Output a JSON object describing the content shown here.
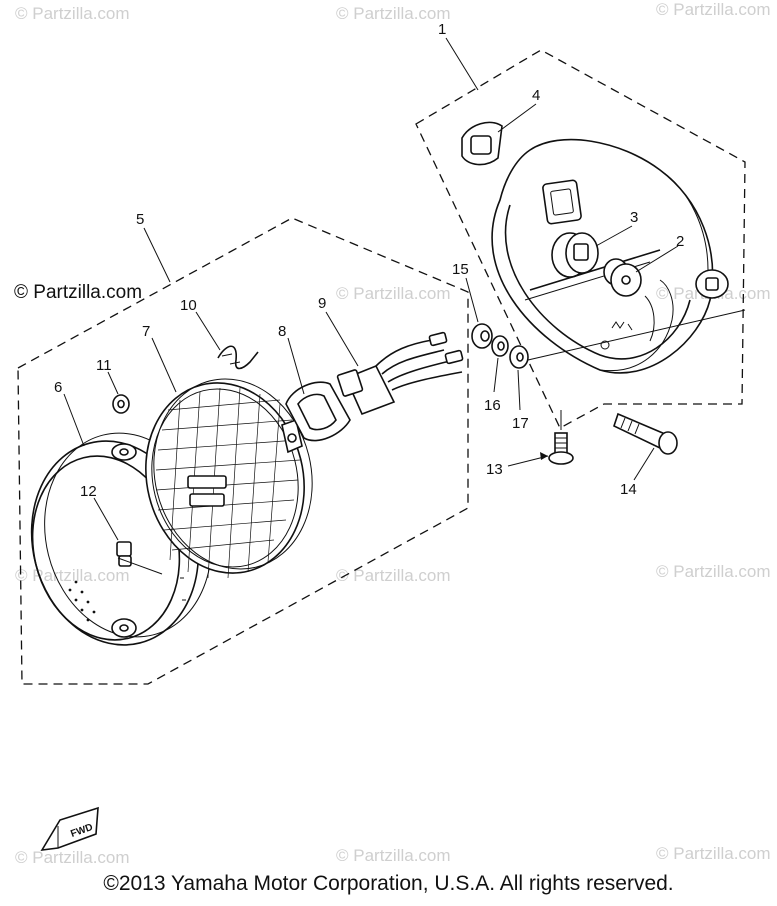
{
  "watermark": {
    "text": "© Partzilla.com"
  },
  "callouts": [
    "1",
    "2",
    "3",
    "4",
    "5",
    "6",
    "7",
    "8",
    "9",
    "10",
    "11",
    "12",
    "13",
    "14",
    "15",
    "16",
    "17"
  ],
  "fwd_label": "FWD",
  "copyright": "©2013 Yamaha Motor Corporation, U.S.A. All rights reserved."
}
